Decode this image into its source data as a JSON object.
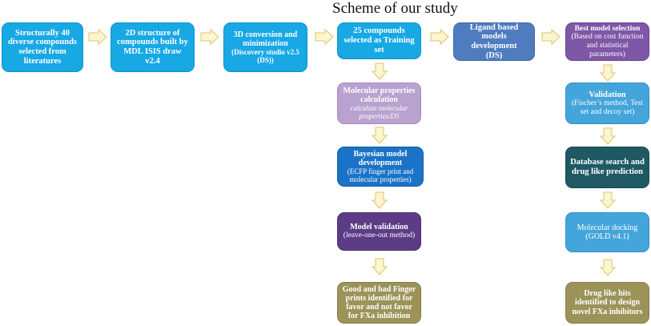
{
  "title": "Scheme of our study",
  "boxes": {
    "b1": [
      "Structurally 40",
      "diverse compounds",
      "selected from",
      "literatures"
    ],
    "b2": [
      "2D  structure of",
      "compounds built  by",
      "MDL ISIS draw v2.4"
    ],
    "b3": [
      "3D conversion and",
      "minimization",
      "(Discovery studio v2.5",
      "(DS))"
    ],
    "b4": [
      "25 compounds",
      "selected as Training",
      "set"
    ],
    "b5": [
      "Ligand based  models",
      "development",
      "(DS)"
    ],
    "b6": [
      "Best model selection",
      "(Based on cost function",
      "and statistical",
      "parameters)"
    ],
    "c1": [
      "Molecular properties",
      "calculation",
      "calculate molecular",
      "properties/DS"
    ],
    "c2": [
      "Bayesian model",
      "development",
      "(ECFP finger print and",
      "molecular properties)"
    ],
    "c3": [
      "Model validation",
      "(leave-one-out  method)"
    ],
    "c4": [
      "Good and bad Finger",
      "prints identified for",
      "favor and not favor",
      "for FXa inhibition"
    ],
    "r1": [
      "Validation",
      "(Fischer’s method, Test",
      "set and  decoy set)"
    ],
    "r2": [
      "Database search and",
      "drug like prediction"
    ],
    "r3": [
      "Molecular docking",
      "(GOLD v4.1)"
    ],
    "r4": [
      "Drug like hits",
      "identified to design",
      "novel FXa inhibitors"
    ]
  }
}
